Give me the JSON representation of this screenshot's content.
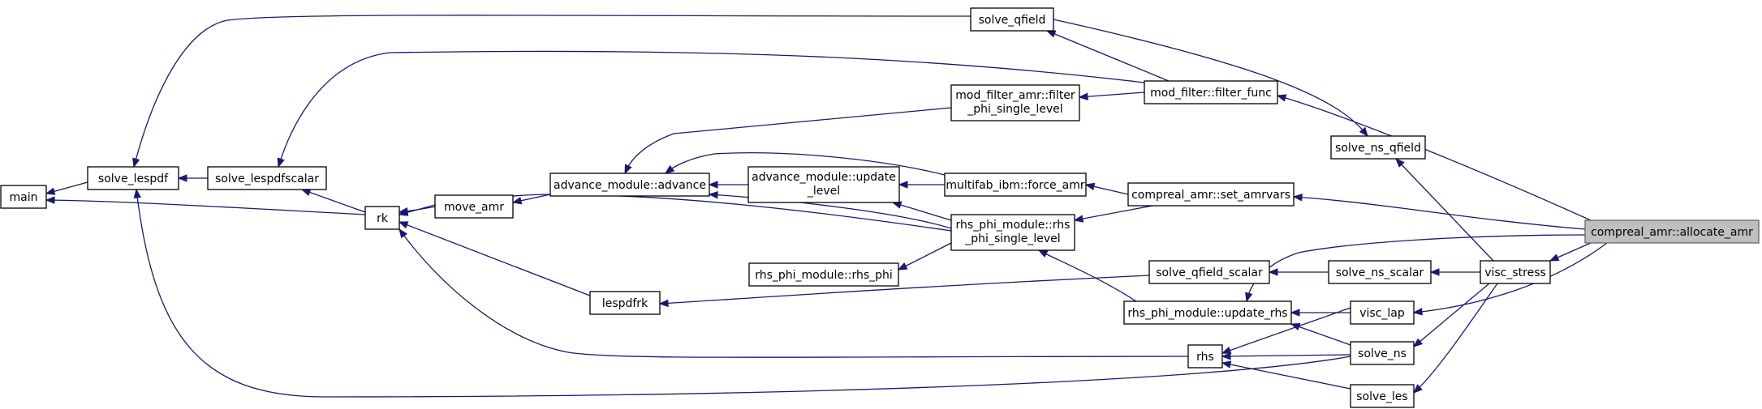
{
  "title": "compreal_amr::allocate_amr",
  "colors": {
    "edge": "#191970",
    "focus_fill": "#bfbfbf",
    "node_fill": "#ffffff"
  },
  "nodes": {
    "main": [
      "main"
    ],
    "solve_lespdf": [
      "solve_lespdf"
    ],
    "solve_lespdfscalar": [
      "solve_lespdfscalar"
    ],
    "rk": [
      "rk"
    ],
    "move_amr": [
      "move_amr"
    ],
    "advance": [
      "advance_module::advance"
    ],
    "update_level": [
      "advance_module::update",
      "_level"
    ],
    "filter_phi": [
      "mod_filter_amr::filter",
      "_phi_single_level"
    ],
    "force_amr": [
      "multifab_ibm::force_amr"
    ],
    "rhs_phi_single": [
      "rhs_phi_module::rhs",
      "_phi_single_level"
    ],
    "rhs_phi": [
      "rhs_phi_module::rhs_phi"
    ],
    "lespdfrk": [
      "lespdfrk"
    ],
    "solve_qfield": [
      "solve_qfield"
    ],
    "filter_func": [
      "mod_filter::filter_func"
    ],
    "set_amrvars": [
      "compreal_amr::set_amrvars"
    ],
    "solve_qfield_scalar": [
      "solve_qfield_scalar"
    ],
    "update_rhs": [
      "rhs_phi_module::update_rhs"
    ],
    "rhs": [
      "rhs"
    ],
    "solve_ns_qfield": [
      "solve_ns_qfield"
    ],
    "solve_ns_scalar": [
      "solve_ns_scalar"
    ],
    "visc_lap": [
      "visc_lap"
    ],
    "solve_ns": [
      "solve_ns"
    ],
    "solve_les": [
      "solve_les"
    ],
    "visc_stress": [
      "visc_stress"
    ],
    "allocate_amr": [
      "compreal_amr::allocate_amr"
    ]
  },
  "edges": [
    [
      "solve_lespdf",
      "main"
    ],
    [
      "rk",
      "main"
    ],
    [
      "solve_lespdfscalar",
      "solve_lespdf"
    ],
    [
      "solve_qfield",
      "solve_lespdf"
    ],
    [
      "solve_ns",
      "solve_lespdf"
    ],
    [
      "rk",
      "solve_lespdfscalar"
    ],
    [
      "filter_func",
      "solve_lespdfscalar"
    ],
    [
      "move_amr",
      "rk"
    ],
    [
      "lespdfrk",
      "rk"
    ],
    [
      "rhs",
      "rk"
    ],
    [
      "rhs_phi_single",
      "rk"
    ],
    [
      "advance",
      "move_amr"
    ],
    [
      "update_level",
      "advance"
    ],
    [
      "filter_phi",
      "advance"
    ],
    [
      "force_amr",
      "advance"
    ],
    [
      "rhs_phi_single",
      "advance"
    ],
    [
      "force_amr",
      "update_level"
    ],
    [
      "filter_func",
      "filter_phi"
    ],
    [
      "set_amrvars",
      "force_amr"
    ],
    [
      "set_amrvars",
      "rhs_phi_single"
    ],
    [
      "rhs_phi_single",
      "update_level"
    ],
    [
      "update_rhs",
      "rhs_phi_single"
    ],
    [
      "rhs_phi_single",
      "rhs_phi"
    ],
    [
      "solve_qfield_scalar",
      "lespdfrk"
    ],
    [
      "filter_func",
      "solve_qfield"
    ],
    [
      "allocate_amr",
      "filter_func"
    ],
    [
      "allocate_amr",
      "set_amrvars"
    ],
    [
      "solve_ns_scalar",
      "solve_qfield_scalar"
    ],
    [
      "visc_lap",
      "update_rhs"
    ],
    [
      "solve_ns",
      "update_rhs"
    ],
    [
      "visc_lap",
      "rhs"
    ],
    [
      "solve_ns",
      "rhs"
    ],
    [
      "solve_les",
      "rhs"
    ],
    [
      "solve_qfield",
      "solve_ns_qfield"
    ],
    [
      "visc_stress",
      "solve_ns_qfield"
    ],
    [
      "visc_stress",
      "solve_ns_scalar"
    ],
    [
      "allocate_amr",
      "visc_lap"
    ],
    [
      "visc_stress",
      "solve_ns"
    ],
    [
      "visc_stress",
      "solve_les"
    ],
    [
      "allocate_amr",
      "visc_stress"
    ],
    [
      "allocate_amr",
      "update_rhs"
    ]
  ]
}
